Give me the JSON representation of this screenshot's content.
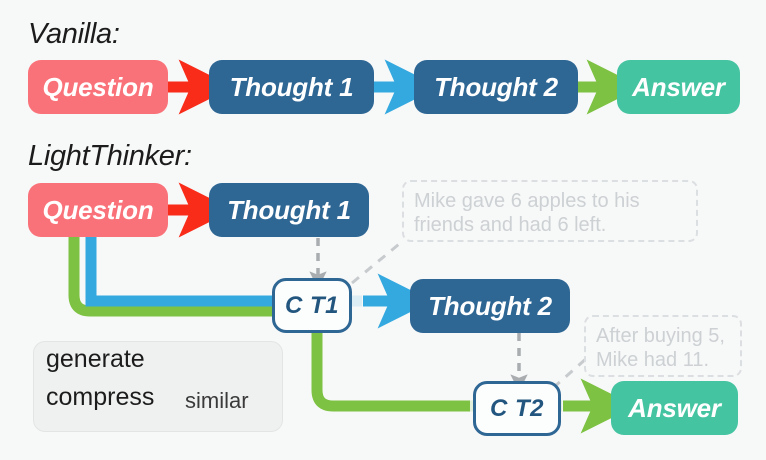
{
  "figure": {
    "background": "#f7f8f8",
    "title_vanilla": "Vanilla:",
    "title_lightthinker": "LightThinker:"
  },
  "colors": {
    "question": "#fa7279",
    "thought": "#2e6694",
    "answer": "#45c4a2",
    "compressed_border": "#2e6694",
    "compressed_text": "#23567f",
    "arrow_red": "#f92c19",
    "arrow_blue": "#33a9e0",
    "arrow_green": "#7dc242",
    "arrow_gray": "#a9adb0",
    "callout_text": "#cdd1d4",
    "callout_border": "#dcdfe1",
    "legend_bg": "#eff0f0"
  },
  "vanilla_row": {
    "label": "Vanilla:",
    "nodes": [
      {
        "id": "question",
        "label": "Question",
        "type": "question"
      },
      {
        "id": "thought1",
        "label": "Thought 1",
        "type": "thought"
      },
      {
        "id": "thought2",
        "label": "Thought 2",
        "type": "thought"
      },
      {
        "id": "answer",
        "label": "Answer",
        "type": "answer"
      }
    ],
    "arrows": [
      {
        "from": "question",
        "to": "thought1",
        "color": "#f92c19",
        "kind": "generate"
      },
      {
        "from": "thought1",
        "to": "thought2",
        "color": "#33a9e0",
        "kind": "generate"
      },
      {
        "from": "thought2",
        "to": "answer",
        "color": "#7dc242",
        "kind": "generate"
      }
    ]
  },
  "lightthinker_row": {
    "label": "LightThinker:",
    "nodes": [
      {
        "id": "lt-question",
        "label": "Question",
        "type": "question"
      },
      {
        "id": "lt-thought1",
        "label": "Thought 1",
        "type": "thought"
      },
      {
        "id": "lt-ct1",
        "label": "C T1",
        "type": "compressed"
      },
      {
        "id": "lt-thought2",
        "label": "Thought 2",
        "type": "thought"
      },
      {
        "id": "lt-ct2",
        "label": "C T2",
        "type": "compressed"
      },
      {
        "id": "lt-answer",
        "label": "Answer",
        "type": "answer"
      }
    ],
    "arrows": [
      {
        "from": "lt-question",
        "to": "lt-thought1",
        "color": "#f92c19",
        "kind": "generate"
      },
      {
        "from": "lt-thought1",
        "to": "lt-ct1",
        "color": "#a9adb0",
        "kind": "compress"
      },
      {
        "from": "lt-ct1",
        "to": "lt-thought2",
        "color": "#33a9e0",
        "kind": "generate"
      },
      {
        "from": "lt-thought2",
        "to": "lt-ct2",
        "color": "#a9adb0",
        "kind": "compress"
      },
      {
        "from": "lt-ct2",
        "to": "lt-answer",
        "color": "#7dc242",
        "kind": "generate"
      }
    ],
    "callouts": [
      {
        "id": "callout-1",
        "text": "Mike gave 6 apples to his friends and had 6 left.",
        "linked_to": "lt-ct1"
      },
      {
        "id": "callout-2",
        "text": "After buying 5, Mike had 11.",
        "linked_to": "lt-ct2"
      }
    ]
  },
  "legend": {
    "generate_label": "generate",
    "compress_label": "compress",
    "similar_label": "similar",
    "generate_colors": [
      "#f92c19",
      "#33a9e0",
      "#7dc242"
    ],
    "compress_color": "#a9adb0",
    "similar_color": "#c8cbcd"
  }
}
